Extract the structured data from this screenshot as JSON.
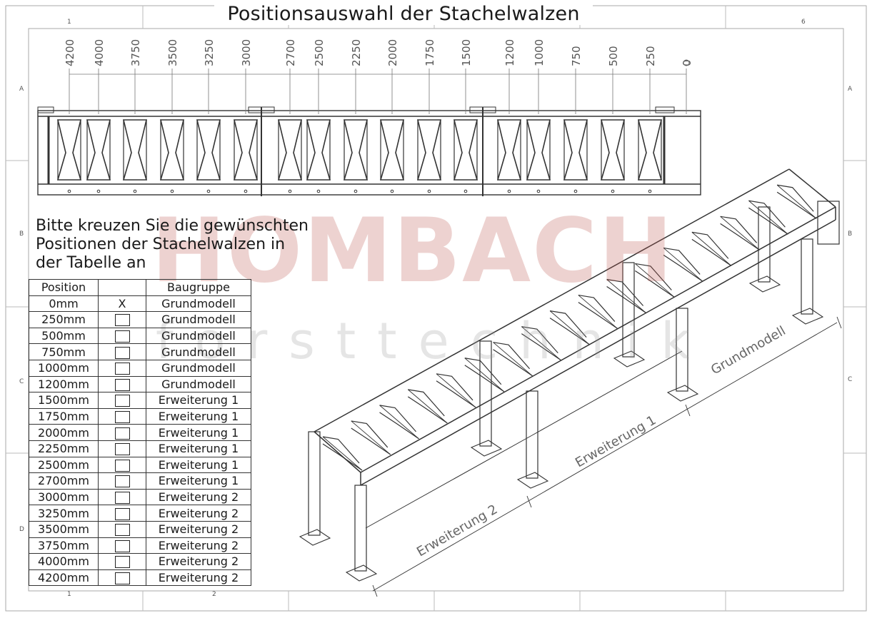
{
  "title": "Positionsauswahl der Stachelwalzen",
  "zones": {
    "top_left": "1",
    "top_right": "6",
    "bottom_1": "1",
    "bottom_2": "2",
    "rows": [
      "A",
      "B",
      "C",
      "D"
    ]
  },
  "dimension_labels": [
    "4200",
    "4000",
    "3750",
    "3500",
    "3250",
    "3000",
    "2700",
    "2500",
    "2250",
    "2000",
    "1750",
    "1500",
    "1200",
    "1000",
    "750",
    "500",
    "250",
    "0"
  ],
  "instruction_lines": [
    "Bitte kreuzen Sie die gewünschten",
    "Positionen der Stachelwalzen in",
    "der Tabelle an"
  ],
  "table": {
    "headers": [
      "Position",
      "",
      "Baugruppe"
    ],
    "rows": [
      {
        "position": "0mm",
        "mark": "X",
        "group": "Grundmodell"
      },
      {
        "position": "250mm",
        "mark": "",
        "group": "Grundmodell"
      },
      {
        "position": "500mm",
        "mark": "",
        "group": "Grundmodell"
      },
      {
        "position": "750mm",
        "mark": "",
        "group": "Grundmodell"
      },
      {
        "position": "1000mm",
        "mark": "",
        "group": "Grundmodell"
      },
      {
        "position": "1200mm",
        "mark": "",
        "group": "Grundmodell"
      },
      {
        "position": "1500mm",
        "mark": "",
        "group": "Erweiterung 1"
      },
      {
        "position": "1750mm",
        "mark": "",
        "group": "Erweiterung 1"
      },
      {
        "position": "2000mm",
        "mark": "",
        "group": "Erweiterung 1"
      },
      {
        "position": "2250mm",
        "mark": "",
        "group": "Erweiterung 1"
      },
      {
        "position": "2500mm",
        "mark": "",
        "group": "Erweiterung 1"
      },
      {
        "position": "2700mm",
        "mark": "",
        "group": "Erweiterung 1"
      },
      {
        "position": "3000mm",
        "mark": "",
        "group": "Erweiterung 2"
      },
      {
        "position": "3250mm",
        "mark": "",
        "group": "Erweiterung 2"
      },
      {
        "position": "3500mm",
        "mark": "",
        "group": "Erweiterung 2"
      },
      {
        "position": "3750mm",
        "mark": "",
        "group": "Erweiterung 2"
      },
      {
        "position": "4000mm",
        "mark": "",
        "group": "Erweiterung 2"
      },
      {
        "position": "4200mm",
        "mark": "",
        "group": "Erweiterung 2"
      }
    ]
  },
  "iso_labels": [
    "Grundmodell",
    "Erweiterung 1",
    "Erweiterung 2"
  ],
  "watermark": {
    "line1": "HOMBACH",
    "line2": "forsttechnik"
  }
}
